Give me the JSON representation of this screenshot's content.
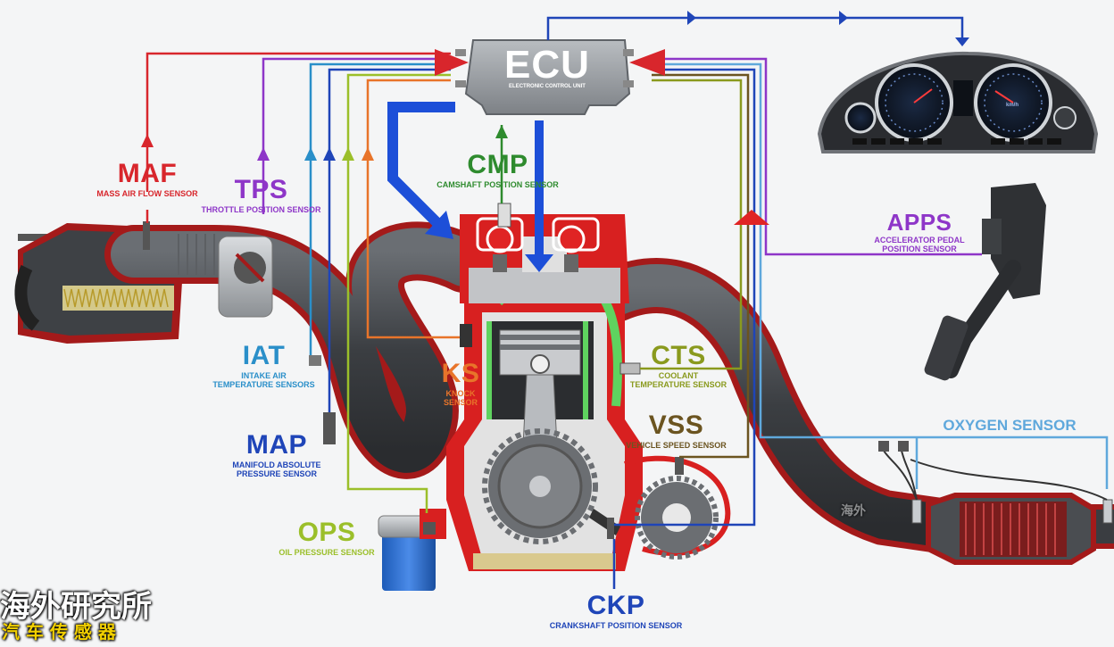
{
  "ecu": {
    "title": "ECU",
    "subtitle": "ELECTRONIC CONTROL UNIT"
  },
  "sensors": {
    "maf": {
      "abbr": "MAF",
      "name": "MASS AIR FLOW SENSOR",
      "color": "#d8262c"
    },
    "tps": {
      "abbr": "TPS",
      "name": "THROTTLE POSITION SENSOR",
      "color": "#8e36c8"
    },
    "cmp": {
      "abbr": "CMP",
      "name": "CAMSHAFT POSITION SENSOR",
      "color": "#2e8b2e"
    },
    "apps": {
      "abbr": "APPS",
      "name1": "ACCELERATOR PEDAL",
      "name2": "POSITION SENSOR",
      "color": "#8e36c8"
    },
    "iat": {
      "abbr": "IAT",
      "name1": "INTAKE AIR",
      "name2": "TEMPERATURE SENSORS",
      "color": "#2a8fc9"
    },
    "ks": {
      "abbr": "KS",
      "name1": "KNOCK",
      "name2": "SENSOR",
      "color": "#e8742a"
    },
    "cts": {
      "abbr": "CTS",
      "name1": "COOLANT",
      "name2": "TEMPERATURE SENSOR",
      "color": "#8a9a1e"
    },
    "vss": {
      "abbr": "VSS",
      "name": "VEHICLE SPEED SENSOR",
      "color": "#6b5420"
    },
    "map": {
      "abbr": "MAP",
      "name1": "MANIFOLD ABSOLUTE",
      "name2": "PRESSURE SENSOR",
      "color": "#1f45b8"
    },
    "ops": {
      "abbr": "OPS",
      "name": "OIL PRESSURE SENSOR",
      "color": "#9bbf2a"
    },
    "ckp": {
      "abbr": "CKP",
      "name": "CRANKSHAFT POSITION SENSOR",
      "color": "#1f45b8"
    },
    "oxygen": {
      "abbr": "OXYGEN SENSOR",
      "color": "#5fa8dc"
    }
  },
  "gauges": {
    "speed_unit": "km/h"
  },
  "watermark": {
    "line1": "海外研究所",
    "line2": "汽 车 传 感 器",
    "mark": "海外"
  }
}
